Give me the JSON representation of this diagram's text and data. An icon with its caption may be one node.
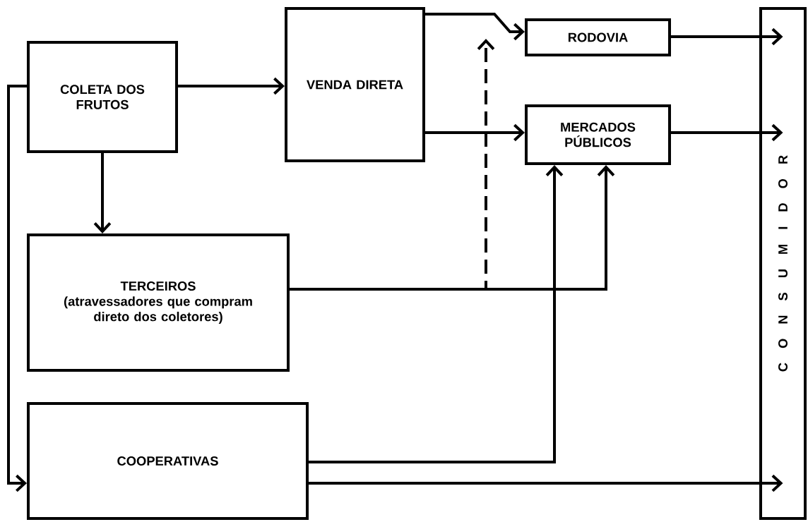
{
  "diagram": {
    "nodes": [
      {
        "text": [
          "COLETA DOS FRUTOS"
        ]
      },
      {
        "text": [
          "VENDA DIRETA"
        ]
      },
      {
        "text": [
          "RODOVIA"
        ]
      },
      {
        "text": [
          "MERCADOS PÚBLICOS"
        ]
      },
      {
        "text": [
          "C O N S U M I D O R"
        ]
      },
      {
        "text": [
          "TERCEIROS",
          "(atravessadores que compram direto dos coletores)"
        ]
      },
      {
        "text": [
          "COOPERATIVAS"
        ]
      }
    ],
    "edges": [
      {
        "from": 0,
        "to": 1,
        "arrow": "to"
      },
      {
        "from": 0,
        "to": 5,
        "arrow": "to"
      },
      {
        "from": 0,
        "to": 6,
        "arrow": "to"
      },
      {
        "from": 1,
        "to": 2,
        "arrow": "to"
      },
      {
        "from": 1,
        "to": 3,
        "arrow": "to"
      },
      {
        "from": 2,
        "to": 4,
        "arrow": "to"
      },
      {
        "from": 3,
        "to": 4,
        "arrow": "to"
      },
      {
        "from": 5,
        "to": 3,
        "arrow": "to"
      },
      {
        "from": 5,
        "to": null,
        "arrow": "to",
        "style": "dashed"
      },
      {
        "from": 6,
        "to": 3,
        "arrow": "to"
      },
      {
        "from": 6,
        "to": 4,
        "arrow": "to"
      }
    ]
  }
}
